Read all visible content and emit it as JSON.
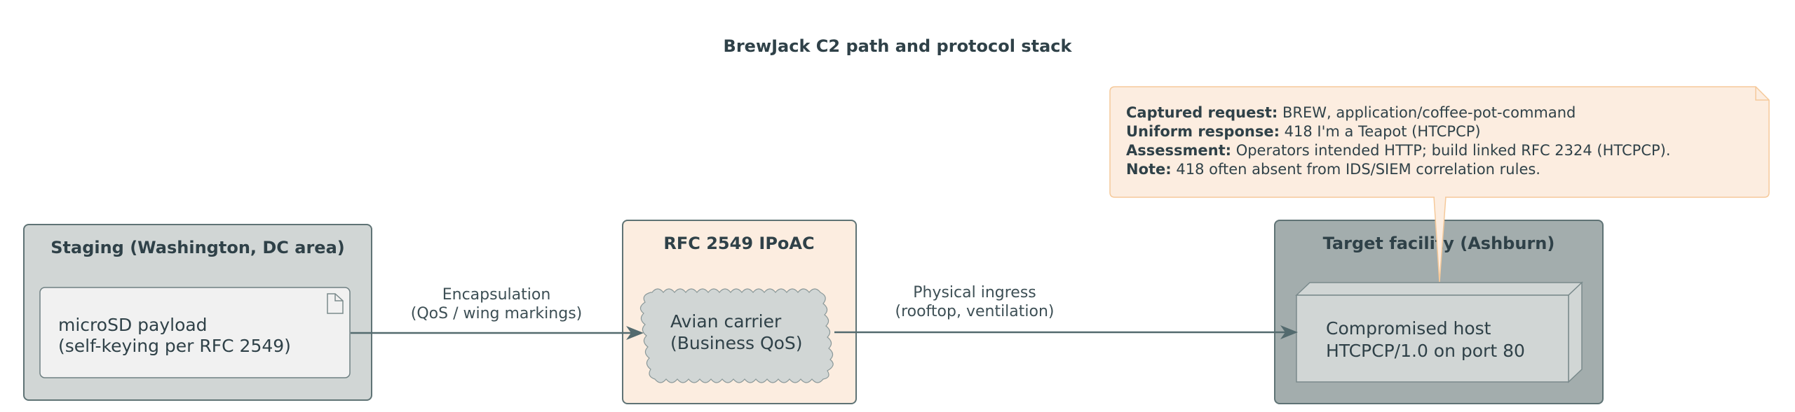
{
  "diagram": {
    "title": "BrewJack C2 path and protocol stack",
    "packages": {
      "staging": {
        "title": "Staging (Washington, DC area)",
        "node": {
          "kind": "artifact",
          "icon": "document-icon",
          "lines": [
            "microSD payload",
            "(self-keying per RFC 2549)"
          ]
        }
      },
      "ipoac": {
        "title": "RFC 2549 IPoAC",
        "node": {
          "kind": "cloud",
          "lines": [
            "Avian carrier",
            "(Business QoS)"
          ]
        }
      },
      "target": {
        "title": "Target facility (Ashburn)",
        "node": {
          "kind": "node-3d",
          "lines": [
            "Compromised host",
            "HTCPCP/1.0 on port 80"
          ]
        }
      }
    },
    "edges": [
      {
        "from": "staging",
        "to": "ipoac",
        "label_lines": [
          "Encapsulation",
          "(QoS / wing markings)"
        ]
      },
      {
        "from": "ipoac",
        "to": "target",
        "label_lines": [
          "Physical ingress",
          "(rooftop, ventilation)"
        ]
      }
    ],
    "note": {
      "attached_to": "target",
      "lines": [
        {
          "key": "Captured request:",
          "value": " BREW, application/coffee-pot-command"
        },
        {
          "key": "Uniform response:",
          "value": " 418 I'm a Teapot (HTCPCP)"
        },
        {
          "key": "Assessment:",
          "value": " Operators intended HTTP; build linked RFC 2324 (HTCPCP)."
        },
        {
          "key": "Note:",
          "value": " 418 often absent from IDS/SIEM correlation rules."
        }
      ]
    },
    "colors": {
      "staging_fill": "#d1d6d5",
      "ipoac_fill": "#fcede0",
      "target_fill": "#a3adad",
      "artifact_fill": "#f1f1f1",
      "cloud_fill": "#d1d6d5",
      "node_fill": "#d1d6d5",
      "note_fill": "#fcede0",
      "note_border": "#f5c99a",
      "border": "#5f7375",
      "edge": "#536a6e",
      "text": "#2f4148"
    }
  }
}
